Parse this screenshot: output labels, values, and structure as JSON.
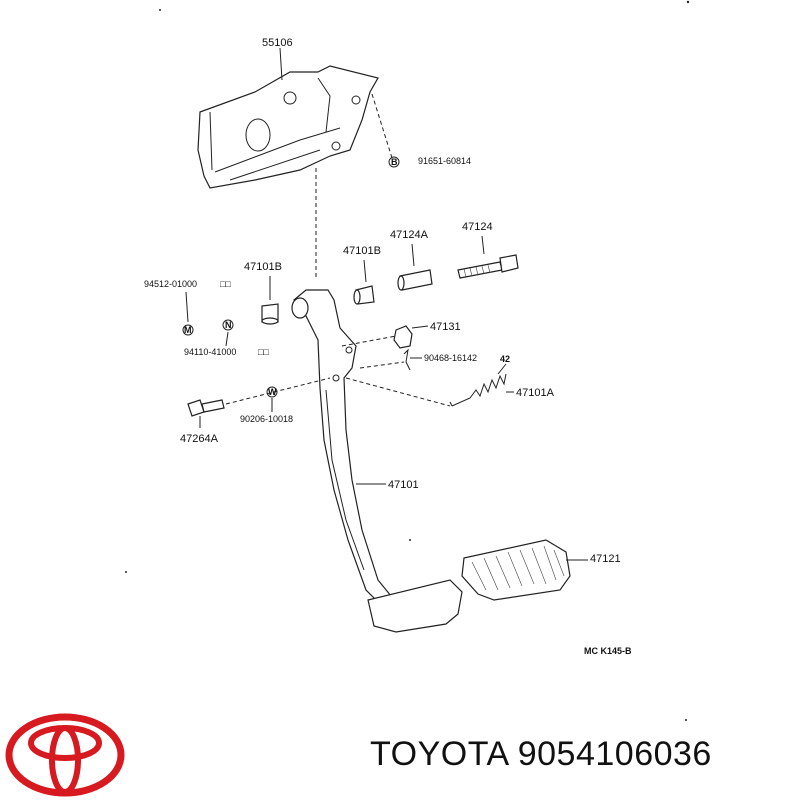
{
  "diagram": {
    "ref_code": "MC  K145-B",
    "labels": {
      "p55106": "55106",
      "p91651": "91651-60814",
      "p47124": "47124",
      "p47124a": "47124A",
      "p47101b_left": "47101B",
      "p47101b_right": "47101B",
      "p94512": "94512-01000",
      "p94110": "94110-41000",
      "p47131": "47131",
      "p90468": "90468-16142",
      "p42": "42",
      "p47101a": "47101A",
      "p90206": "90206-10018",
      "p47264a": "47264A",
      "p47101": "47101",
      "p47121": "47121"
    },
    "markers": {
      "b": "B",
      "m": "M",
      "n": "N",
      "w": "W"
    }
  },
  "brand": {
    "name": "TOYOTA",
    "part_number": "9054106036",
    "logo_color": "#d71920"
  }
}
